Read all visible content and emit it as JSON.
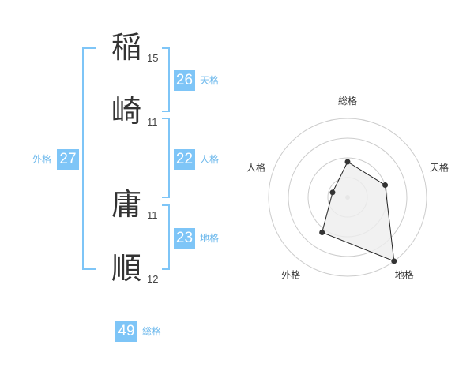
{
  "name_chars": [
    {
      "char": "稲",
      "strokes": "15"
    },
    {
      "char": "崎",
      "strokes": "11"
    },
    {
      "char": "庸",
      "strokes": "11"
    },
    {
      "char": "順",
      "strokes": "12"
    }
  ],
  "kaku": {
    "tenkaku": {
      "value": "26",
      "label": "天格"
    },
    "jinkaku": {
      "value": "22",
      "label": "人格"
    },
    "chikaku": {
      "value": "23",
      "label": "地格"
    },
    "gaikaku": {
      "value": "27",
      "label": "外格"
    },
    "soukaku": {
      "value": "49",
      "label": "総格"
    }
  },
  "chart_data": {
    "type": "radar",
    "axes": [
      "総格",
      "天格",
      "地格",
      "外格",
      "人格"
    ],
    "values": [
      0.45,
      0.5,
      1.0,
      0.55,
      0.2
    ],
    "rings": 4,
    "colors": {
      "fill": "#eeeeee",
      "line": "#222222",
      "ring": "#cccccc"
    }
  }
}
